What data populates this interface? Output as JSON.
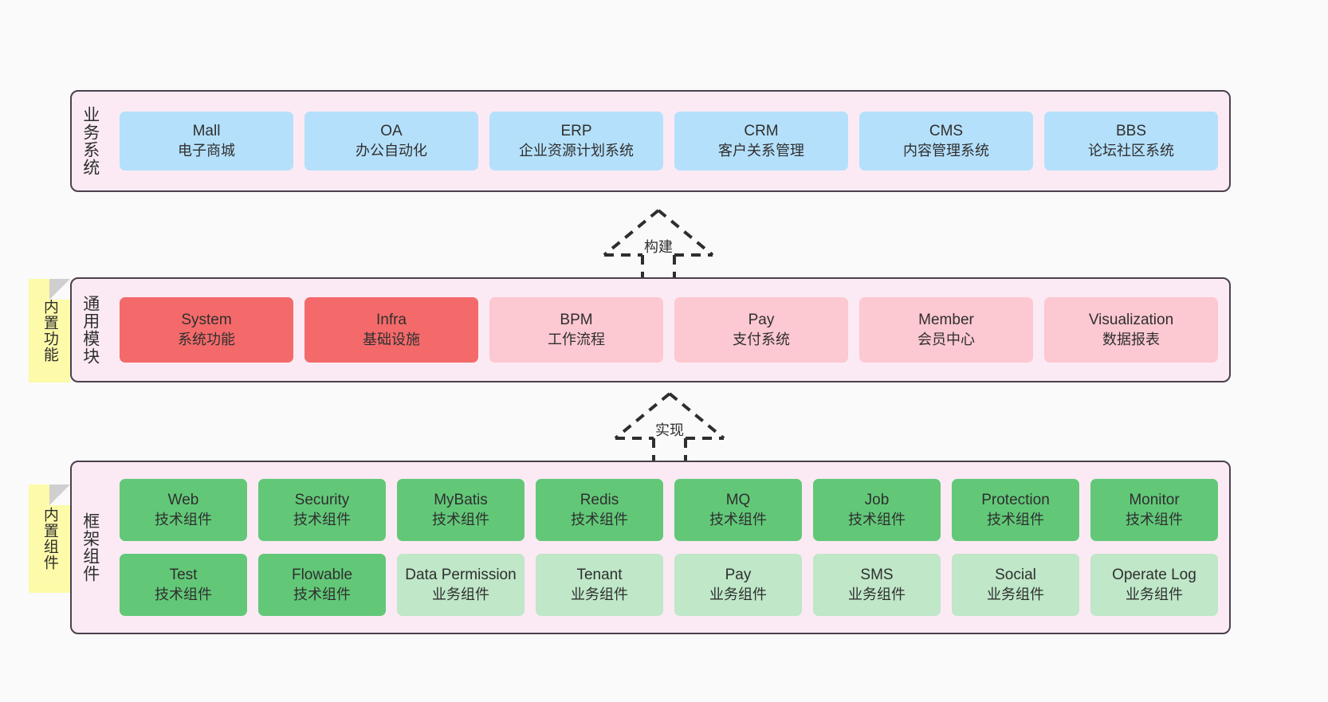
{
  "diagram": {
    "background": "#fafafa",
    "colors": {
      "layer_bg": "#fbeaf4",
      "layer_border": "#4a414d",
      "blue": "#b5e0fb",
      "red": "#f46a6a",
      "pink": "#fcc8d1",
      "green": "#62c878",
      "light_green": "#bfe7c8",
      "sticky_yellow": "#fdfaa9"
    }
  },
  "layers": {
    "business": {
      "title": "业务系统",
      "nodes": [
        {
          "en": "Mall",
          "cn": "电子商城"
        },
        {
          "en": "OA",
          "cn": "办公自动化"
        },
        {
          "en": "ERP",
          "cn": "企业资源计划系统"
        },
        {
          "en": "CRM",
          "cn": "客户关系管理"
        },
        {
          "en": "CMS",
          "cn": "内容管理系统"
        },
        {
          "en": "BBS",
          "cn": "论坛社区系统"
        }
      ]
    },
    "common": {
      "title": "通用模块",
      "sticky": "内置功能",
      "nodes": [
        {
          "en": "System",
          "cn": "系统功能",
          "style": "red"
        },
        {
          "en": "Infra",
          "cn": "基础设施",
          "style": "red"
        },
        {
          "en": "BPM",
          "cn": "工作流程",
          "style": "pink"
        },
        {
          "en": "Pay",
          "cn": "支付系统",
          "style": "pink"
        },
        {
          "en": "Member",
          "cn": "会员中心",
          "style": "pink"
        },
        {
          "en": "Visualization",
          "cn": "数据报表",
          "style": "pink"
        }
      ]
    },
    "framework": {
      "title": "框架组件",
      "sticky": "内置组件",
      "row1": [
        {
          "en": "Web",
          "cn": "技术组件",
          "style": "green"
        },
        {
          "en": "Security",
          "cn": "技术组件",
          "style": "green"
        },
        {
          "en": "MyBatis",
          "cn": "技术组件",
          "style": "green"
        },
        {
          "en": "Redis",
          "cn": "技术组件",
          "style": "green"
        },
        {
          "en": "MQ",
          "cn": "技术组件",
          "style": "green"
        },
        {
          "en": "Job",
          "cn": "技术组件",
          "style": "green"
        },
        {
          "en": "Protection",
          "cn": "技术组件",
          "style": "green"
        },
        {
          "en": "Monitor",
          "cn": "技术组件",
          "style": "green"
        }
      ],
      "row2": [
        {
          "en": "Test",
          "cn": "技术组件",
          "style": "green"
        },
        {
          "en": "Flowable",
          "cn": "技术组件",
          "style": "green"
        },
        {
          "en": "Data Permission",
          "cn": "业务组件",
          "style": "lgreen"
        },
        {
          "en": "Tenant",
          "cn": "业务组件",
          "style": "lgreen"
        },
        {
          "en": "Pay",
          "cn": "业务组件",
          "style": "lgreen"
        },
        {
          "en": "SMS",
          "cn": "业务组件",
          "style": "lgreen"
        },
        {
          "en": "Social",
          "cn": "业务组件",
          "style": "lgreen"
        },
        {
          "en": "Operate Log",
          "cn": "业务组件",
          "style": "lgreen"
        }
      ]
    }
  },
  "connectors": [
    {
      "label": "构建"
    },
    {
      "label": "实现"
    }
  ]
}
